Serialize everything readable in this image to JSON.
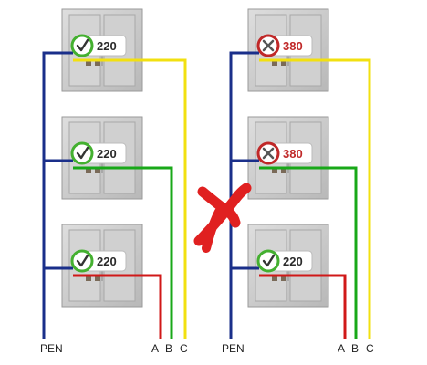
{
  "colors": {
    "pen": "#1a2f8a",
    "phase_a": "#d01818",
    "phase_b": "#18a818",
    "phase_c": "#f2e010",
    "ok": "#44b030",
    "bad": "#c02828",
    "cross": "#e02020",
    "cabinet": "#c8c8c8"
  },
  "labels": {
    "pen": "PEN",
    "a": "A",
    "b": "B",
    "c": "C"
  },
  "left": {
    "status": "correct",
    "cabinets": [
      {
        "voltage": "220",
        "status": "ok",
        "phase": "C"
      },
      {
        "voltage": "220",
        "status": "ok",
        "phase": "B"
      },
      {
        "voltage": "220",
        "status": "ok",
        "phase": "A"
      }
    ]
  },
  "right": {
    "status": "wrong",
    "overlay_icon": "cross-icon",
    "cabinets": [
      {
        "voltage": "380",
        "status": "bad",
        "phase": "C"
      },
      {
        "voltage": "380",
        "status": "bad",
        "phase": "B"
      },
      {
        "voltage": "220",
        "status": "ok",
        "phase": "A"
      }
    ]
  }
}
